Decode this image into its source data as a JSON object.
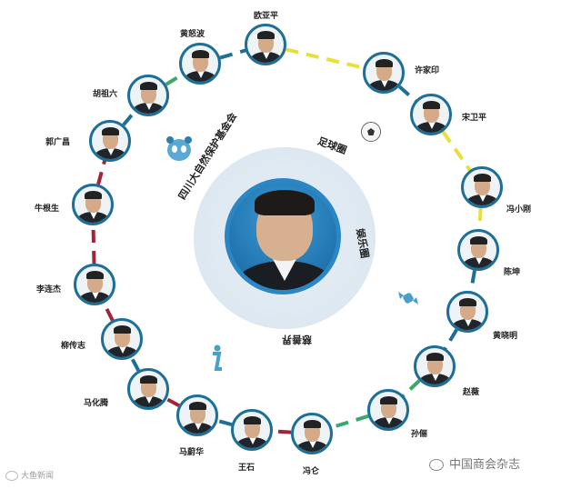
{
  "center": {
    "labels": [
      "四川大自然保护基金会",
      "足球圈",
      "娱乐圈",
      "慈善界"
    ]
  },
  "people": [
    {
      "key": "p1",
      "name": "欧亚平"
    },
    {
      "key": "p2",
      "name": "许家印"
    },
    {
      "key": "p3",
      "name": "宋卫平"
    },
    {
      "key": "p4",
      "name": "冯小刚"
    },
    {
      "key": "p5",
      "name": "陈坤"
    },
    {
      "key": "p6",
      "name": "黄晓明"
    },
    {
      "key": "p7",
      "name": "赵薇"
    },
    {
      "key": "p8",
      "name": "孙俪"
    },
    {
      "key": "p9",
      "name": "冯仑"
    },
    {
      "key": "p10",
      "name": "王石"
    },
    {
      "key": "p11",
      "name": "马蔚华"
    },
    {
      "key": "p12",
      "name": "马化腾"
    },
    {
      "key": "p13",
      "name": "柳传志"
    },
    {
      "key": "p14",
      "name": "李连杰"
    },
    {
      "key": "p15",
      "name": "牛根生"
    },
    {
      "key": "p16",
      "name": "郭广昌"
    },
    {
      "key": "p17",
      "name": "胡祖六"
    },
    {
      "key": "p18",
      "name": "黄怒波"
    }
  ],
  "icons": [
    "soccer-ball-icon",
    "panda-icon",
    "candy-icon",
    "info-icon"
  ],
  "watermark_left": "大鱼新闻",
  "watermark_right": "中国商会杂志",
  "colors": {
    "ring_blue": "#1e6f98",
    "ring_yellow": "#e8df3a",
    "ring_green": "#3aa86b",
    "ring_red": "#a3243a",
    "halo": "#dfe9f2",
    "center_border": "#2a86c4"
  }
}
